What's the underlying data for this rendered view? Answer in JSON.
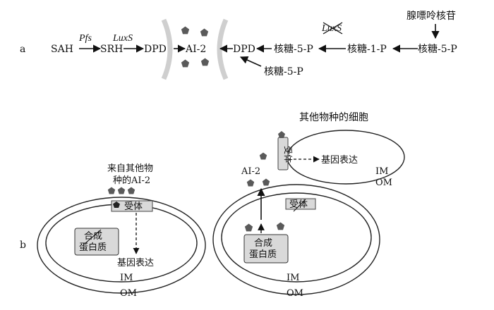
{
  "panel_a": {
    "label": "a",
    "left_pathway": {
      "sah": "SAH",
      "pfs": "Pfs",
      "srh": "SRH",
      "luxs": "LuxS",
      "dpd": "DPD"
    },
    "ai2": "AI-2",
    "right_pathway": {
      "dpd": "DPD",
      "ribose5p": "核糖-5-P",
      "luxs_crossed": "LuxS",
      "ribose1p": "核糖-1-P",
      "ribose5p_right": "核糖-5-P",
      "adenosine": "腺嘌呤核苷",
      "ribose5p_lower": "核糖-5-P"
    }
  },
  "panel_b": {
    "label": "b",
    "left_cell": {
      "ai2_source": "来自其他物种的AI-2",
      "ai2_source_line1": "来自其他物",
      "ai2_source_line2": "种的AI-2",
      "receptor": "受体",
      "synthase": "合成蛋白质",
      "synthase_line1": "合成",
      "synthase_line2": "蛋白质",
      "gene_expression": "基因表达",
      "im": "IM",
      "om": "OM"
    },
    "right_cell": {
      "ai2": "AI-2",
      "receptor": "受体",
      "synthase_line1": "合成",
      "synthase_line2": "蛋白质",
      "im": "IM",
      "om": "OM"
    },
    "other_cell": {
      "title": "其他物种的细胞",
      "receptor": "受体",
      "gene_expression": "基因表达",
      "im": "IM",
      "om": "OM"
    }
  },
  "colors": {
    "molecule": "#5a5a5a",
    "box_fill": "#d9d9d9",
    "membrane_gray": "#c8c8c8"
  }
}
